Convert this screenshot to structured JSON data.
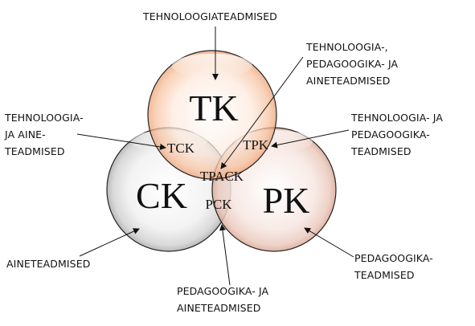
{
  "circles": {
    "tk": {
      "label": "TK",
      "color": "#f0a070"
    },
    "ck": {
      "label": "CK",
      "color": "#b8b8b8"
    },
    "pk": {
      "label": "PK",
      "color": "#e2b0a2"
    }
  },
  "overlaps": {
    "tck": "TCK",
    "tpk": "TPK",
    "tpack": "TPACK",
    "pck": "PCK"
  },
  "captions": {
    "tk": [
      "TEHNOLOOGIATEADMISED"
    ],
    "tpack": [
      "TEHNOLOOGIA-,",
      "PEDAGOOGIKA- JA",
      "AINETEADMISED"
    ],
    "tck": [
      "TEHNOLOOGIA-",
      "JA AINE-",
      "TEADMISED"
    ],
    "tpk": [
      "TEHNOLOOGIA- JA",
      "PEDAGOOGIKA-",
      "TEADMISED"
    ],
    "ck": [
      "AINETEADMISED"
    ],
    "pk": [
      "PEDAGOOGIKA-",
      "TEADMISED"
    ],
    "pck": [
      "PEDAGOOGIKA- JA",
      "AINETEADMISED"
    ]
  }
}
